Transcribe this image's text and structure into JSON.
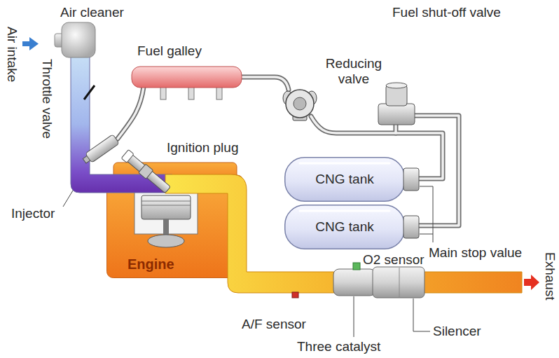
{
  "diagram": {
    "nodes": [
      {
        "text": [
          "Engine"
        ]
      },
      {
        "text": [
          "CNG tank"
        ]
      },
      {
        "text": [
          "CNG tank"
        ]
      }
    ],
    "labels": [
      "Air cleaner",
      "Air intake",
      "Throttle valve",
      "Fuel galley",
      "Reducing valve",
      "Fuel shut-off valve",
      "Ignition plug",
      "Injector",
      "Main stop value",
      "O2 sensor",
      "Exhaust",
      "A/F sensor",
      "Silencer",
      "Three catalyst"
    ]
  }
}
